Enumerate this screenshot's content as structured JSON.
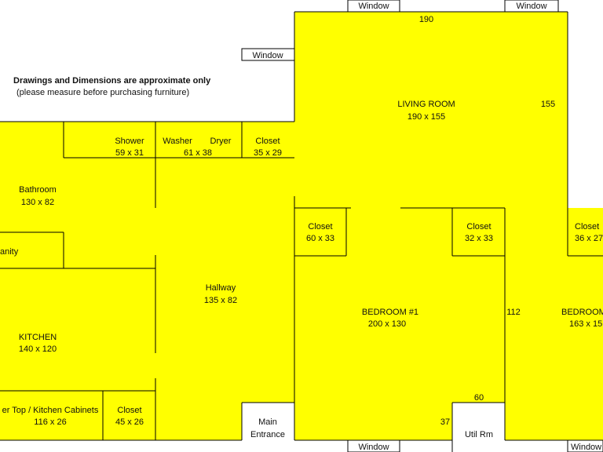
{
  "notes": {
    "line1": "Drawings and Dimensions are approximate only",
    "line2": "(please measure before purchasing furniture)"
  },
  "windows": {
    "top1": "Window",
    "top2": "Window",
    "left": "Window",
    "bottom1": "Window",
    "bottom2": "Window"
  },
  "living_room": {
    "name": "LIVING ROOM",
    "dims": "190 x 155",
    "width_label": "190",
    "height_label": "155"
  },
  "shower": {
    "name": "Shower",
    "dims": "59 x 31"
  },
  "washer": {
    "name": "Washer",
    "dryer": "Dryer",
    "dims": "61 x 38"
  },
  "closet_laundry": {
    "name": "Closet",
    "dims": "35 x 29"
  },
  "bathroom": {
    "name": "Bathroom",
    "dims": "130 x 82"
  },
  "vanity": {
    "name": "anity"
  },
  "kitchen": {
    "name": "KITCHEN",
    "dims": "140 x 120"
  },
  "counter": {
    "name": "er Top / Kitchen Cabinets",
    "dims": "116 x 26"
  },
  "closet_kitchen": {
    "name": "Closet",
    "dims": "45 x 26"
  },
  "hallway": {
    "name": "Hallway",
    "dims": "135 x 82"
  },
  "entrance": {
    "line1": "Main",
    "line2": "Entrance"
  },
  "closet_b1_left": {
    "name": "Closet",
    "dims": "60 x 33"
  },
  "closet_b1_right": {
    "name": "Closet",
    "dims": "32 x 33"
  },
  "bedroom1": {
    "name": "BEDROOM #1",
    "dims": "200 x 130",
    "side_label": "112"
  },
  "util": {
    "name": "Util Rm",
    "width_label": "60",
    "height_label": "37"
  },
  "closet_b2": {
    "name": "Closet",
    "dims": "36 x 27"
  },
  "bedroom2": {
    "name": "BEDROOM",
    "dims": "163 x 15"
  }
}
